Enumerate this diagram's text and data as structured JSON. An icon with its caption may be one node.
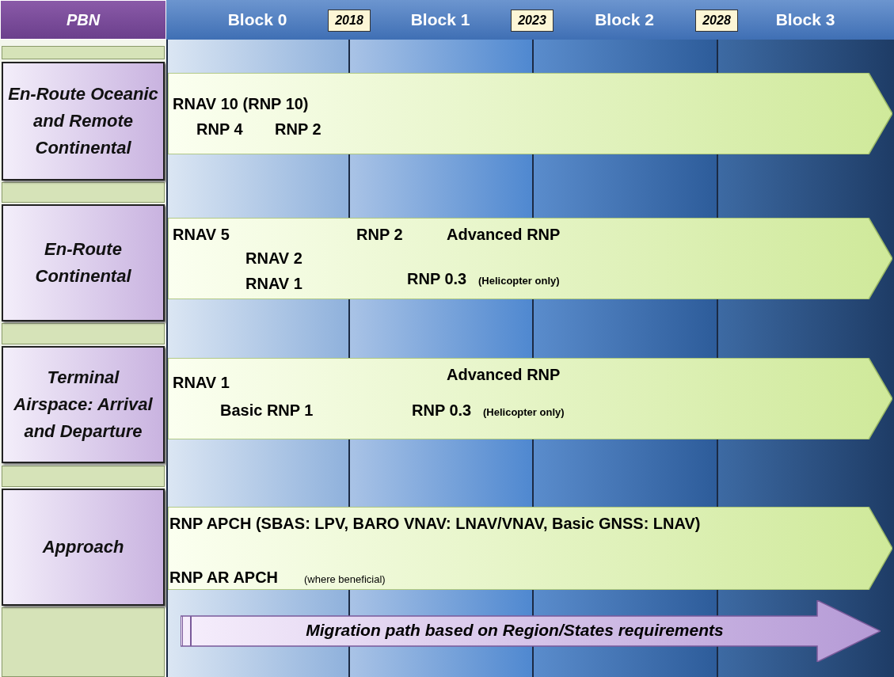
{
  "diagram": {
    "nodes": [
      {
        "text": [
          "PBN"
        ]
      },
      {
        "text": [
          "Block 0"
        ]
      },
      {
        "text": [
          "2018"
        ]
      },
      {
        "text": [
          "Block 1"
        ]
      },
      {
        "text": [
          "2023"
        ]
      },
      {
        "text": [
          "Block 2"
        ]
      },
      {
        "text": [
          "2028"
        ]
      },
      {
        "text": [
          "Block 3"
        ]
      },
      {
        "text": [
          "En-Route Oceanic and Remote Continental"
        ]
      },
      {
        "text": [
          "RNAV 10 (RNP 10)",
          "RNP 4",
          "RNP 2"
        ]
      },
      {
        "text": [
          "En-Route Continental"
        ]
      },
      {
        "text": [
          "RNAV 5",
          "RNAV 2",
          "RNAV 1",
          "RNP 2",
          "Advanced RNP",
          "RNP 0.3",
          "(Helicopter only)"
        ]
      },
      {
        "text": [
          "Terminal Airspace: Arrival and Departure"
        ]
      },
      {
        "text": [
          "RNAV 1",
          "Basic RNP 1",
          "Advanced RNP",
          "RNP 0.3",
          "(Helicopter only)"
        ]
      },
      {
        "text": [
          "Approach"
        ]
      },
      {
        "text": [
          "RNP APCH (SBAS: LPV, BARO VNAV: LNAV/VNAV, Basic GNSS: LNAV)",
          "RNP AR APCH",
          "(where beneficial)"
        ]
      },
      {
        "text": [
          "Migration path based on Region/States requirements"
        ]
      }
    ]
  }
}
